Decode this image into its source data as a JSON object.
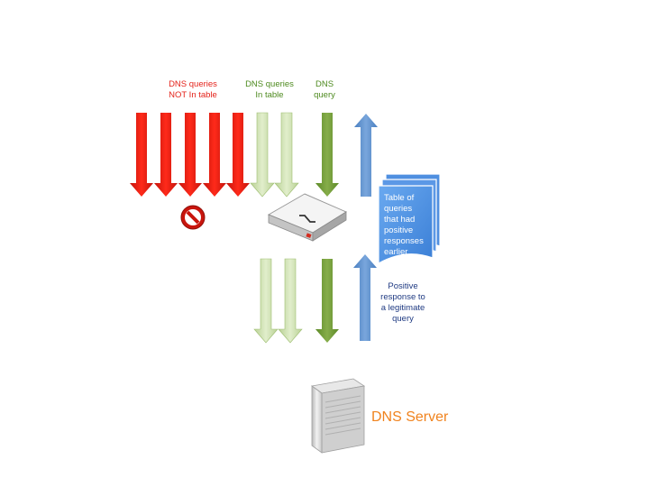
{
  "labels": {
    "blocked": [
      "DNS queries",
      "NOT In table"
    ],
    "allowed": [
      "DNS queries",
      "In table"
    ],
    "query": [
      "DNS",
      "query"
    ],
    "table": [
      "Table of",
      "queries",
      "that had",
      "positive",
      "responses",
      "earlier"
    ],
    "response": [
      "Positive",
      "response to",
      "a legitimate",
      "query"
    ],
    "server": "DNS Server"
  },
  "colors": {
    "blocked": "#e4231b",
    "allowed": "#cfe3b0",
    "query": "#6f9a35",
    "response": "#5b8fcd",
    "table_doc": "#5b9be5",
    "server_label": "#f0831e"
  },
  "icons": [
    "no-entry-icon",
    "firewall-appliance-icon",
    "document-stack-icon",
    "server-tower-icon"
  ]
}
